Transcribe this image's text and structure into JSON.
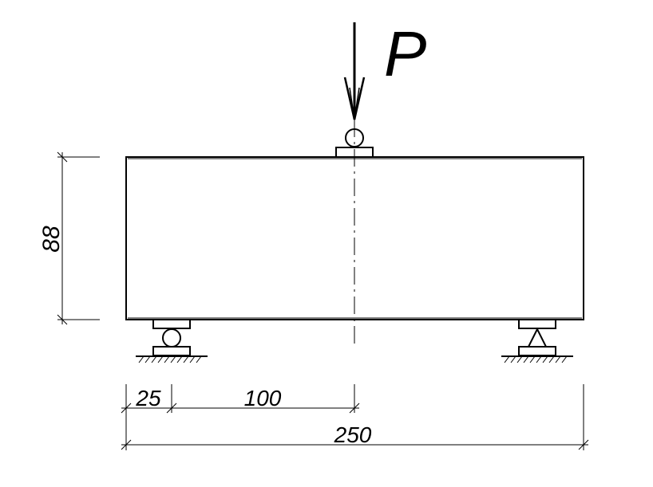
{
  "diagram": {
    "load_label": "P",
    "height_label": "88",
    "dim_support_offset": "25",
    "dim_load_position": "100",
    "dim_total_length": "250",
    "colors": {
      "stroke": "#000000",
      "background": "#ffffff"
    }
  }
}
